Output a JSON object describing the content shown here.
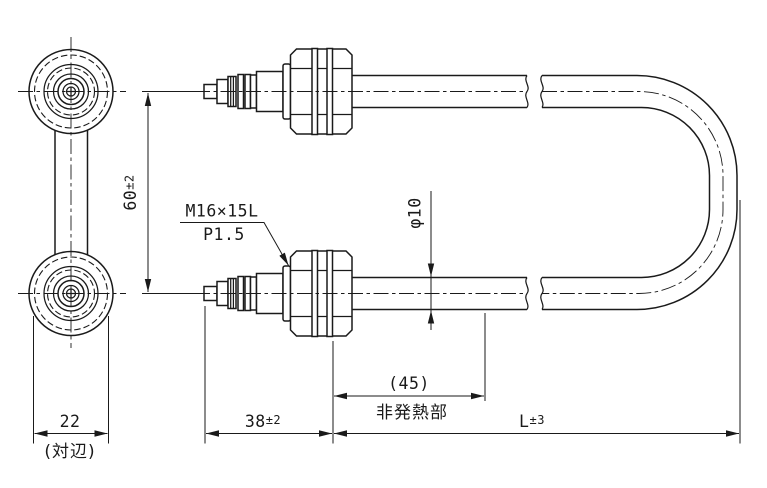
{
  "drawing": {
    "labels": {
      "center_distance_value": "60",
      "center_distance_tol": "±2",
      "thread_spec": "M16×15L",
      "thread_pitch": "P1.5",
      "sheath_diameter": "φ10",
      "unheated_length": "(45)",
      "unheated_caption": "非発熱部",
      "base_length_value": "38",
      "base_length_tol": "±2",
      "total_length_value": "L",
      "total_length_tol": "±3",
      "across_flats_value": "22",
      "across_flats_caption": "(対辺)"
    },
    "colors": {
      "line": "#1a1a1a",
      "background": "#ffffff"
    }
  }
}
